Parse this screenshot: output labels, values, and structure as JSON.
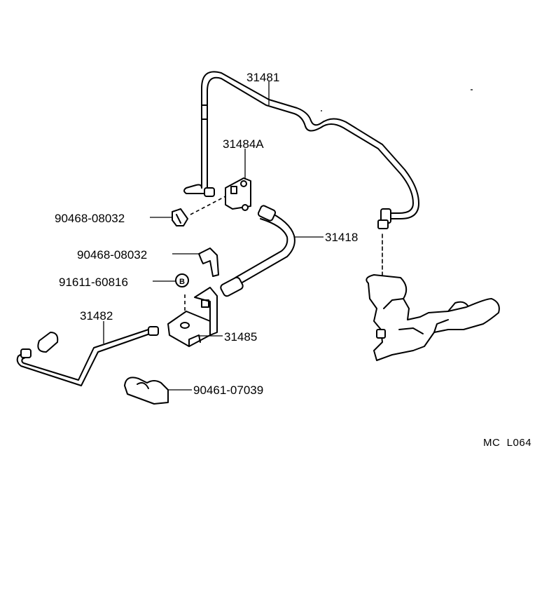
{
  "labels": {
    "part_31481": "31481",
    "part_31484A": "31484A",
    "part_90468_a": "90468-08032",
    "part_31418": "31418",
    "part_90468_b": "90468-08032",
    "part_91611": "91611-60816",
    "part_31482": "31482",
    "part_31485": "31485",
    "part_90461": "90461-07039",
    "marker_b": "B"
  },
  "code": "MC  L064"
}
